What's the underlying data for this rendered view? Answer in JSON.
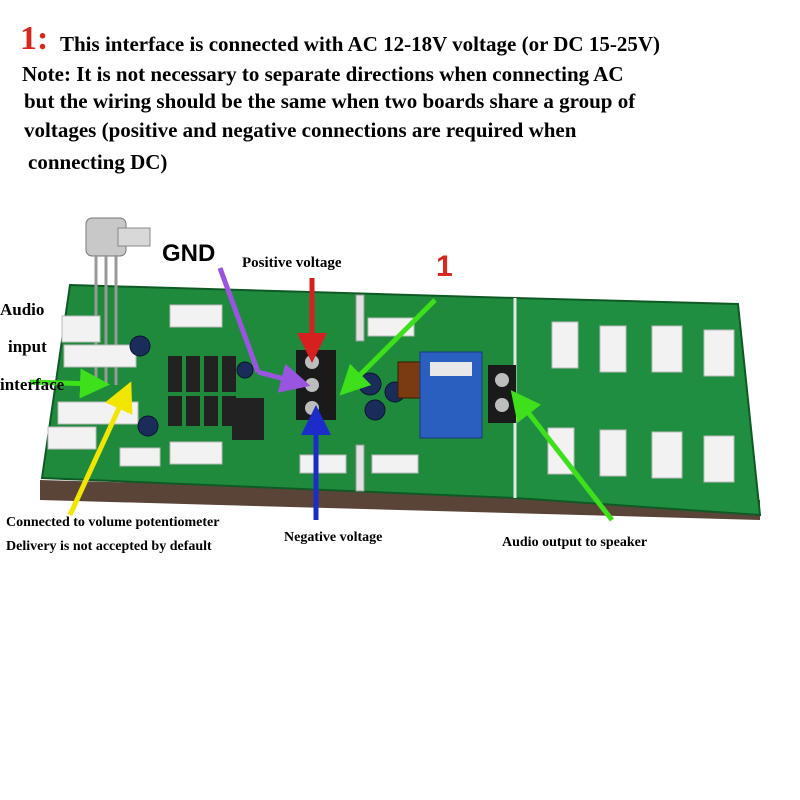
{
  "header": {
    "number": "1:",
    "line1": "This interface is connected with AC 12-18V voltage (or DC 15-25V)",
    "line2": "Note: It is not necessary to separate directions when connecting AC",
    "line3": "but the wiring should be the same when two boards share a group of",
    "line4": "voltages (positive and negative connections are required when",
    "line5": "connecting DC)"
  },
  "labels": {
    "gnd": "GND",
    "positive_voltage": "Positive voltage",
    "marker_one": "1",
    "audio": "Audio",
    "input": "input",
    "interface": "interface",
    "volume_pot": "Connected to volume potentiometer",
    "delivery_note": "Delivery is not accepted by default",
    "negative_voltage": "Negative voltage",
    "audio_output": "Audio output to speaker"
  },
  "colors": {
    "header_accent": "#d6281f",
    "pcb_green": "#1f8a3c",
    "arrow_red": "#d62020",
    "arrow_green": "#3de01a",
    "arrow_purple": "#9a55e0",
    "arrow_yellow": "#f2e600",
    "arrow_blue": "#1c2cc8"
  }
}
